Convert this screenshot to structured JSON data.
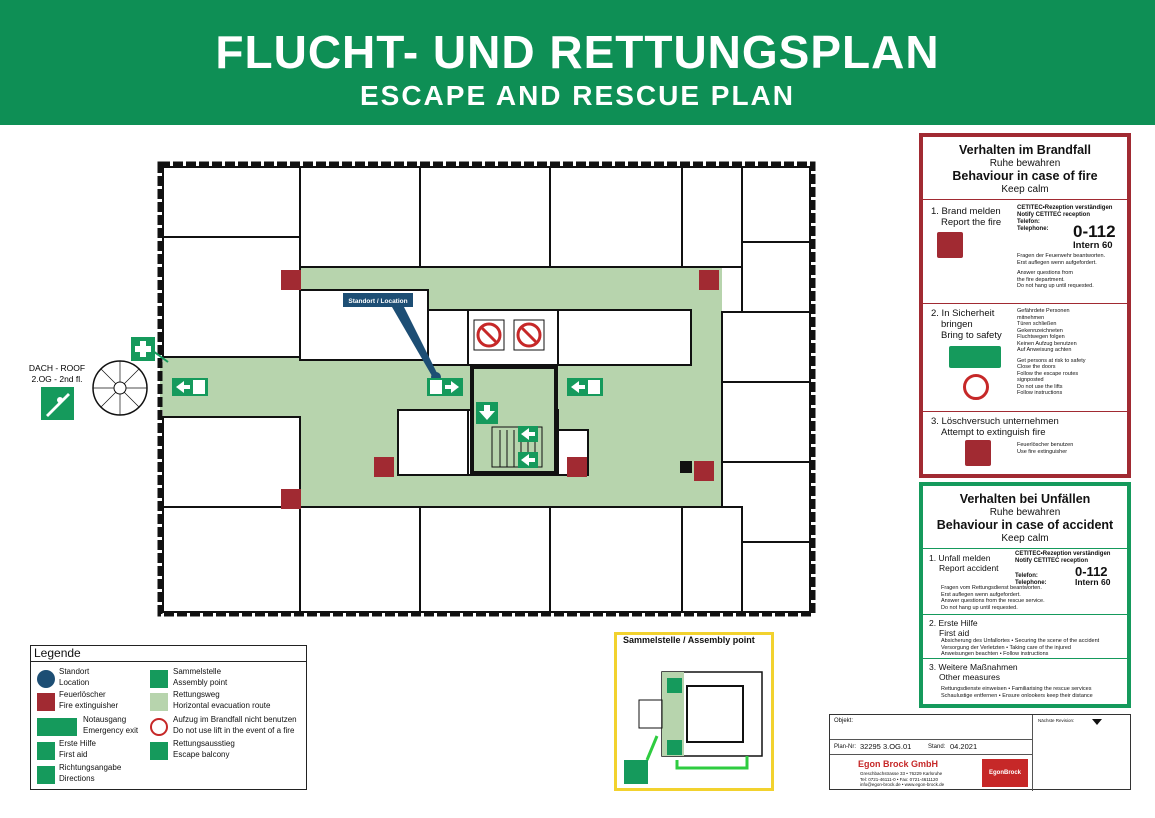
{
  "header": {
    "title_de": "FLUCHT- UND RETTUNGSPLAN",
    "title_en": "ESCAPE AND RESCUE PLAN"
  },
  "plan": {
    "location_marker": "Standort / Location",
    "roof_label_1": "DACH - ROOF",
    "roof_label_2": "2.OG - 2nd fl."
  },
  "fire_panel": {
    "title_de": "Verhalten im Brandfall",
    "sub_de": "Ruhe bewahren",
    "title_en": "Behaviour in case of fire",
    "sub_en": "Keep calm",
    "s1_title_de": "1. Brand melden",
    "s1_title_en": "Report the fire",
    "s1_line1": "CETITEC•Rezeption verständigen",
    "s1_line2": "Notify CETITEC reception",
    "s1_tel_de": "Telefon:",
    "s1_tel_en": "Telephone:",
    "s1_number": "0-112",
    "s1_intern": "Intern 60",
    "s1_note1": "Fragen der Feuerwehr beantworten.",
    "s1_note2": "Erst auflegen wenn aufgefordert.",
    "s1_note3": "Answer questions from",
    "s1_note4": "the fire department.",
    "s1_note5": "Do not hang up until requested.",
    "s2_title_de": "2. In Sicherheit",
    "s2_title_de2": "bringen",
    "s2_title_en": "Bring to safety",
    "s2_de": [
      "Gefährdete Personen",
      "mitnehmen",
      "Türen schließen",
      "Gekennzeichneten",
      "Fluchtwegen folgen",
      "Keinen Aufzug benutzen",
      "Auf Anweisung achten"
    ],
    "s2_en": [
      "Get persons at risk to safety",
      "Close the doors",
      "Follow the escape routes",
      "signposted",
      "Do not use the lifts",
      "Follow instructions"
    ],
    "s3_title_de": "3. Löschversuch unternehmen",
    "s3_title_en": "Attempt to extinguish fire",
    "s3_de": "Feuerlöscher benutzen",
    "s3_en": "Use fire extinguisher"
  },
  "accident_panel": {
    "title_de": "Verhalten bei Unfällen",
    "sub_de": "Ruhe bewahren",
    "title_en": "Behaviour in case of accident",
    "sub_en": "Keep calm",
    "s1_title_de": "1. Unfall melden",
    "s1_title_en": "Report accident",
    "s1_line1": "CETITEC•Rezeption verständigen",
    "s1_line2": "Notify CETITEC reception",
    "s1_tel_de": "Telefon:",
    "s1_tel_en": "Telephone:",
    "s1_number": "0-112",
    "s1_intern": "Intern 60",
    "s1_notes": [
      "Fragen vom Rettungsdienst beantworten.",
      "Erst auflegen wenn aufgefordert.",
      "Answer questions from the rescue service.",
      "Do not hang up until requested."
    ],
    "s2_title_de": "2. Erste Hilfe",
    "s2_title_en": "First aid",
    "s2_notes": [
      "Absicherung des Unfallortes • Securing the scene of the accident",
      "Versorgung der Verletzten • Taking care of the injured",
      "Anweisungen beachten • Follow instructions"
    ],
    "s3_title_de": "3. Weitere Maßnahmen",
    "s3_title_en": "Other measures",
    "s3_notes": [
      "Rettungsdienste einweisen • Familiarising the rescue services",
      "Schaulustige entfernen • Ensure onlookers keep their distance"
    ]
  },
  "legend": {
    "title": "Legende",
    "items": {
      "location_de": "Standort",
      "location_en": "Location",
      "assembly_de": "Sammelstelle",
      "assembly_en": "Assembly point",
      "ext_de": "Feuerlöscher",
      "ext_en": "Fire extinguisher",
      "route_de": "Rettungsweg",
      "route_en": "Horizontal evacuation route",
      "exit_de": "Notausgang",
      "exit_en": "Emergency exit",
      "lift_de": "Aufzug im Brandfall nicht benutzen",
      "lift_en": "Do not use lift in the event of a fire",
      "aid_de": "Erste Hilfe",
      "aid_en": "First aid",
      "balcony_de": "Rettungsausstieg",
      "balcony_en": "Escape balcony",
      "dir_de": "Richtungsangabe",
      "dir_en": "Directions"
    }
  },
  "assembly": {
    "title": "Sammelstelle / Assembly point"
  },
  "info": {
    "objekt_label": "Objekt:",
    "naechste_label": "Nächste Revision:",
    "plan_label": "Plan-Nr:",
    "plan_value": "32295 3.OG.01",
    "stand_label": "Stand:",
    "stand_value": "04.2021",
    "company": "Egon Brock GmbH",
    "addr1": "Greschbachstrasse 33 • 76229 Karlsruhe",
    "addr2": "Tel: 0721-46111-0 • Fax: 0721-4611120",
    "addr3": "info@egon-brock.de • www.egon-brock.de",
    "logo_text": "EgonBrock"
  },
  "colors": {
    "header_green": "#0e8f55",
    "route_green": "#b7d4ad",
    "fire_red": "#a12a32",
    "sign_green": "#159a5c",
    "location_blue": "#1d4e74",
    "assembly_yellow": "#f2d22e"
  }
}
